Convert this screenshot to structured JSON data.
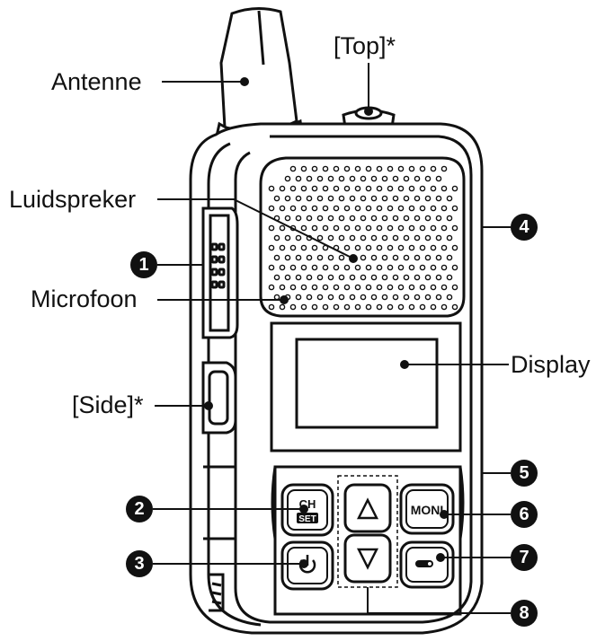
{
  "labels": {
    "antenne": "Antenne",
    "top": "[Top]*",
    "luidspreker": "Luidspreker",
    "microfoon": "Microfoon",
    "side": "[Side]*",
    "display": "Display"
  },
  "callouts": [
    "1",
    "2",
    "3",
    "4",
    "5",
    "6",
    "7",
    "8"
  ],
  "buttons": {
    "ch": "CH",
    "set": "SET",
    "moni": "MONI"
  },
  "colors": {
    "ink": "#111111",
    "body": "#ffffff"
  }
}
